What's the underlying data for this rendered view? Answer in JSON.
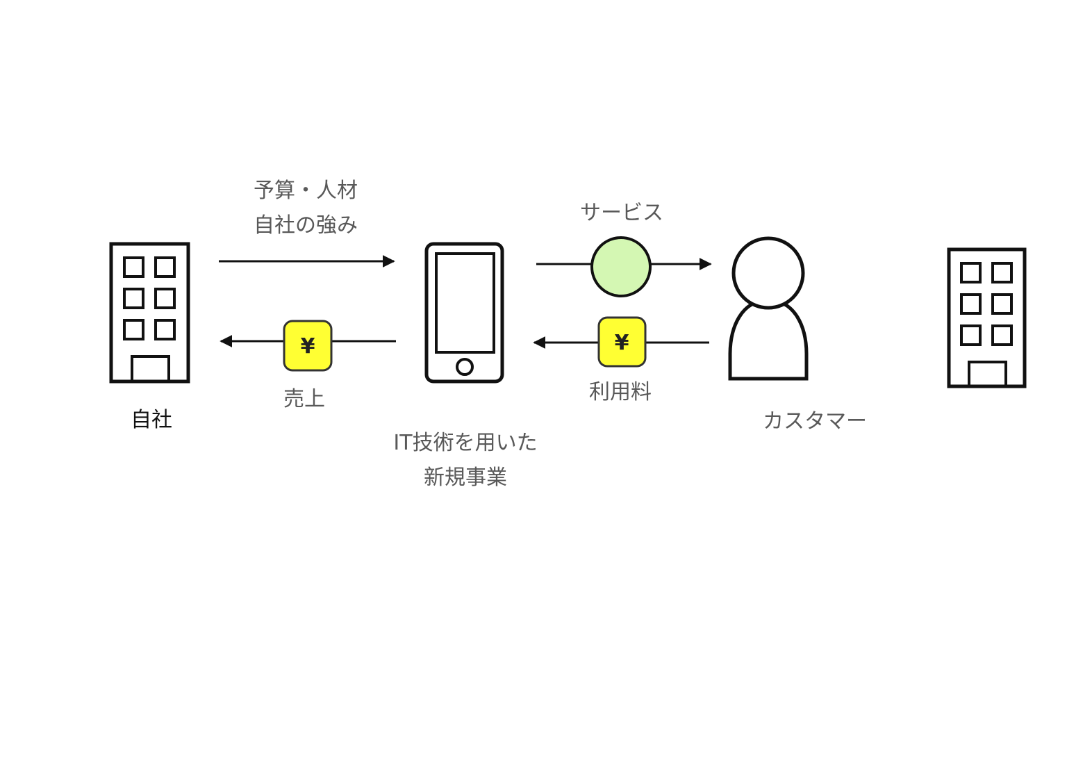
{
  "diagram": {
    "company_label": "自社",
    "input_label_line1": "予算・人材",
    "input_label_line2": "自社の強み",
    "sales_label": "売上",
    "service_label": "サービス",
    "fee_label": "利用料",
    "business_label_line1": "IT技術を用いた",
    "business_label_line2": "新規事業",
    "customer_label": "カスタマー",
    "yen_symbol": "¥"
  },
  "colors": {
    "line": "#111111",
    "text": "#595959",
    "service_circle": "#d4f7b3",
    "yen_badge": "#ffff33"
  },
  "icons": [
    "building-icon",
    "smartphone-icon",
    "person-icon",
    "yen-icon",
    "service-icon",
    "arrow-right-icon",
    "arrow-left-icon"
  ]
}
